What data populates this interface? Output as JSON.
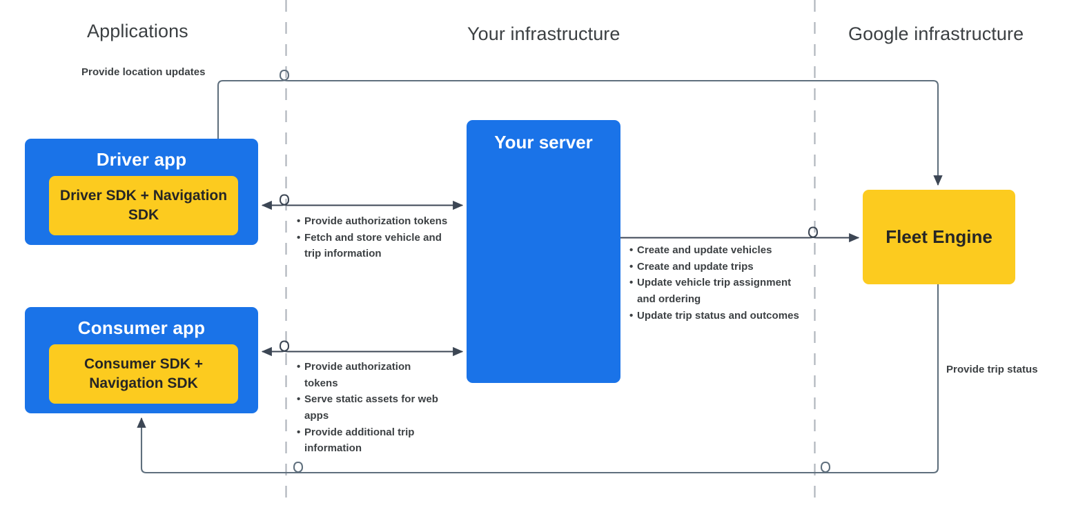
{
  "sections": {
    "applications": "Applications",
    "your_infrastructure": "Your infrastructure",
    "google_infrastructure": "Google infrastructure"
  },
  "nodes": {
    "driver_app": {
      "title": "Driver app",
      "sdk": "Driver SDK +\nNavigation SDK"
    },
    "consumer_app": {
      "title": "Consumer app",
      "sdk": "Consumer SDK +\nNavigation SDK"
    },
    "your_server": {
      "title": "Your server"
    },
    "fleet_engine": {
      "title": "Fleet Engine"
    }
  },
  "labels": {
    "provide_location_updates": "Provide location updates",
    "provide_trip_status": "Provide trip status"
  },
  "flows": {
    "driver_to_server": [
      "Provide authorization tokens",
      "Fetch and store vehicle and trip information"
    ],
    "consumer_to_server": [
      "Provide authorization tokens",
      "Serve static assets for web apps",
      "Provide additional trip information"
    ],
    "server_to_fleet_engine": [
      "Create and update vehicles",
      "Create and update trips",
      "Update vehicle trip assignment and ordering",
      "Update trip status and outcomes"
    ]
  },
  "colors": {
    "app_blue": "#1a73e8",
    "sdk_yellow": "#fccb1f",
    "line_gray": "#5f6f7d",
    "arrow_dark": "#3c4654",
    "text_dark": "#3c4043",
    "divider_gray": "#b0b6bd"
  }
}
